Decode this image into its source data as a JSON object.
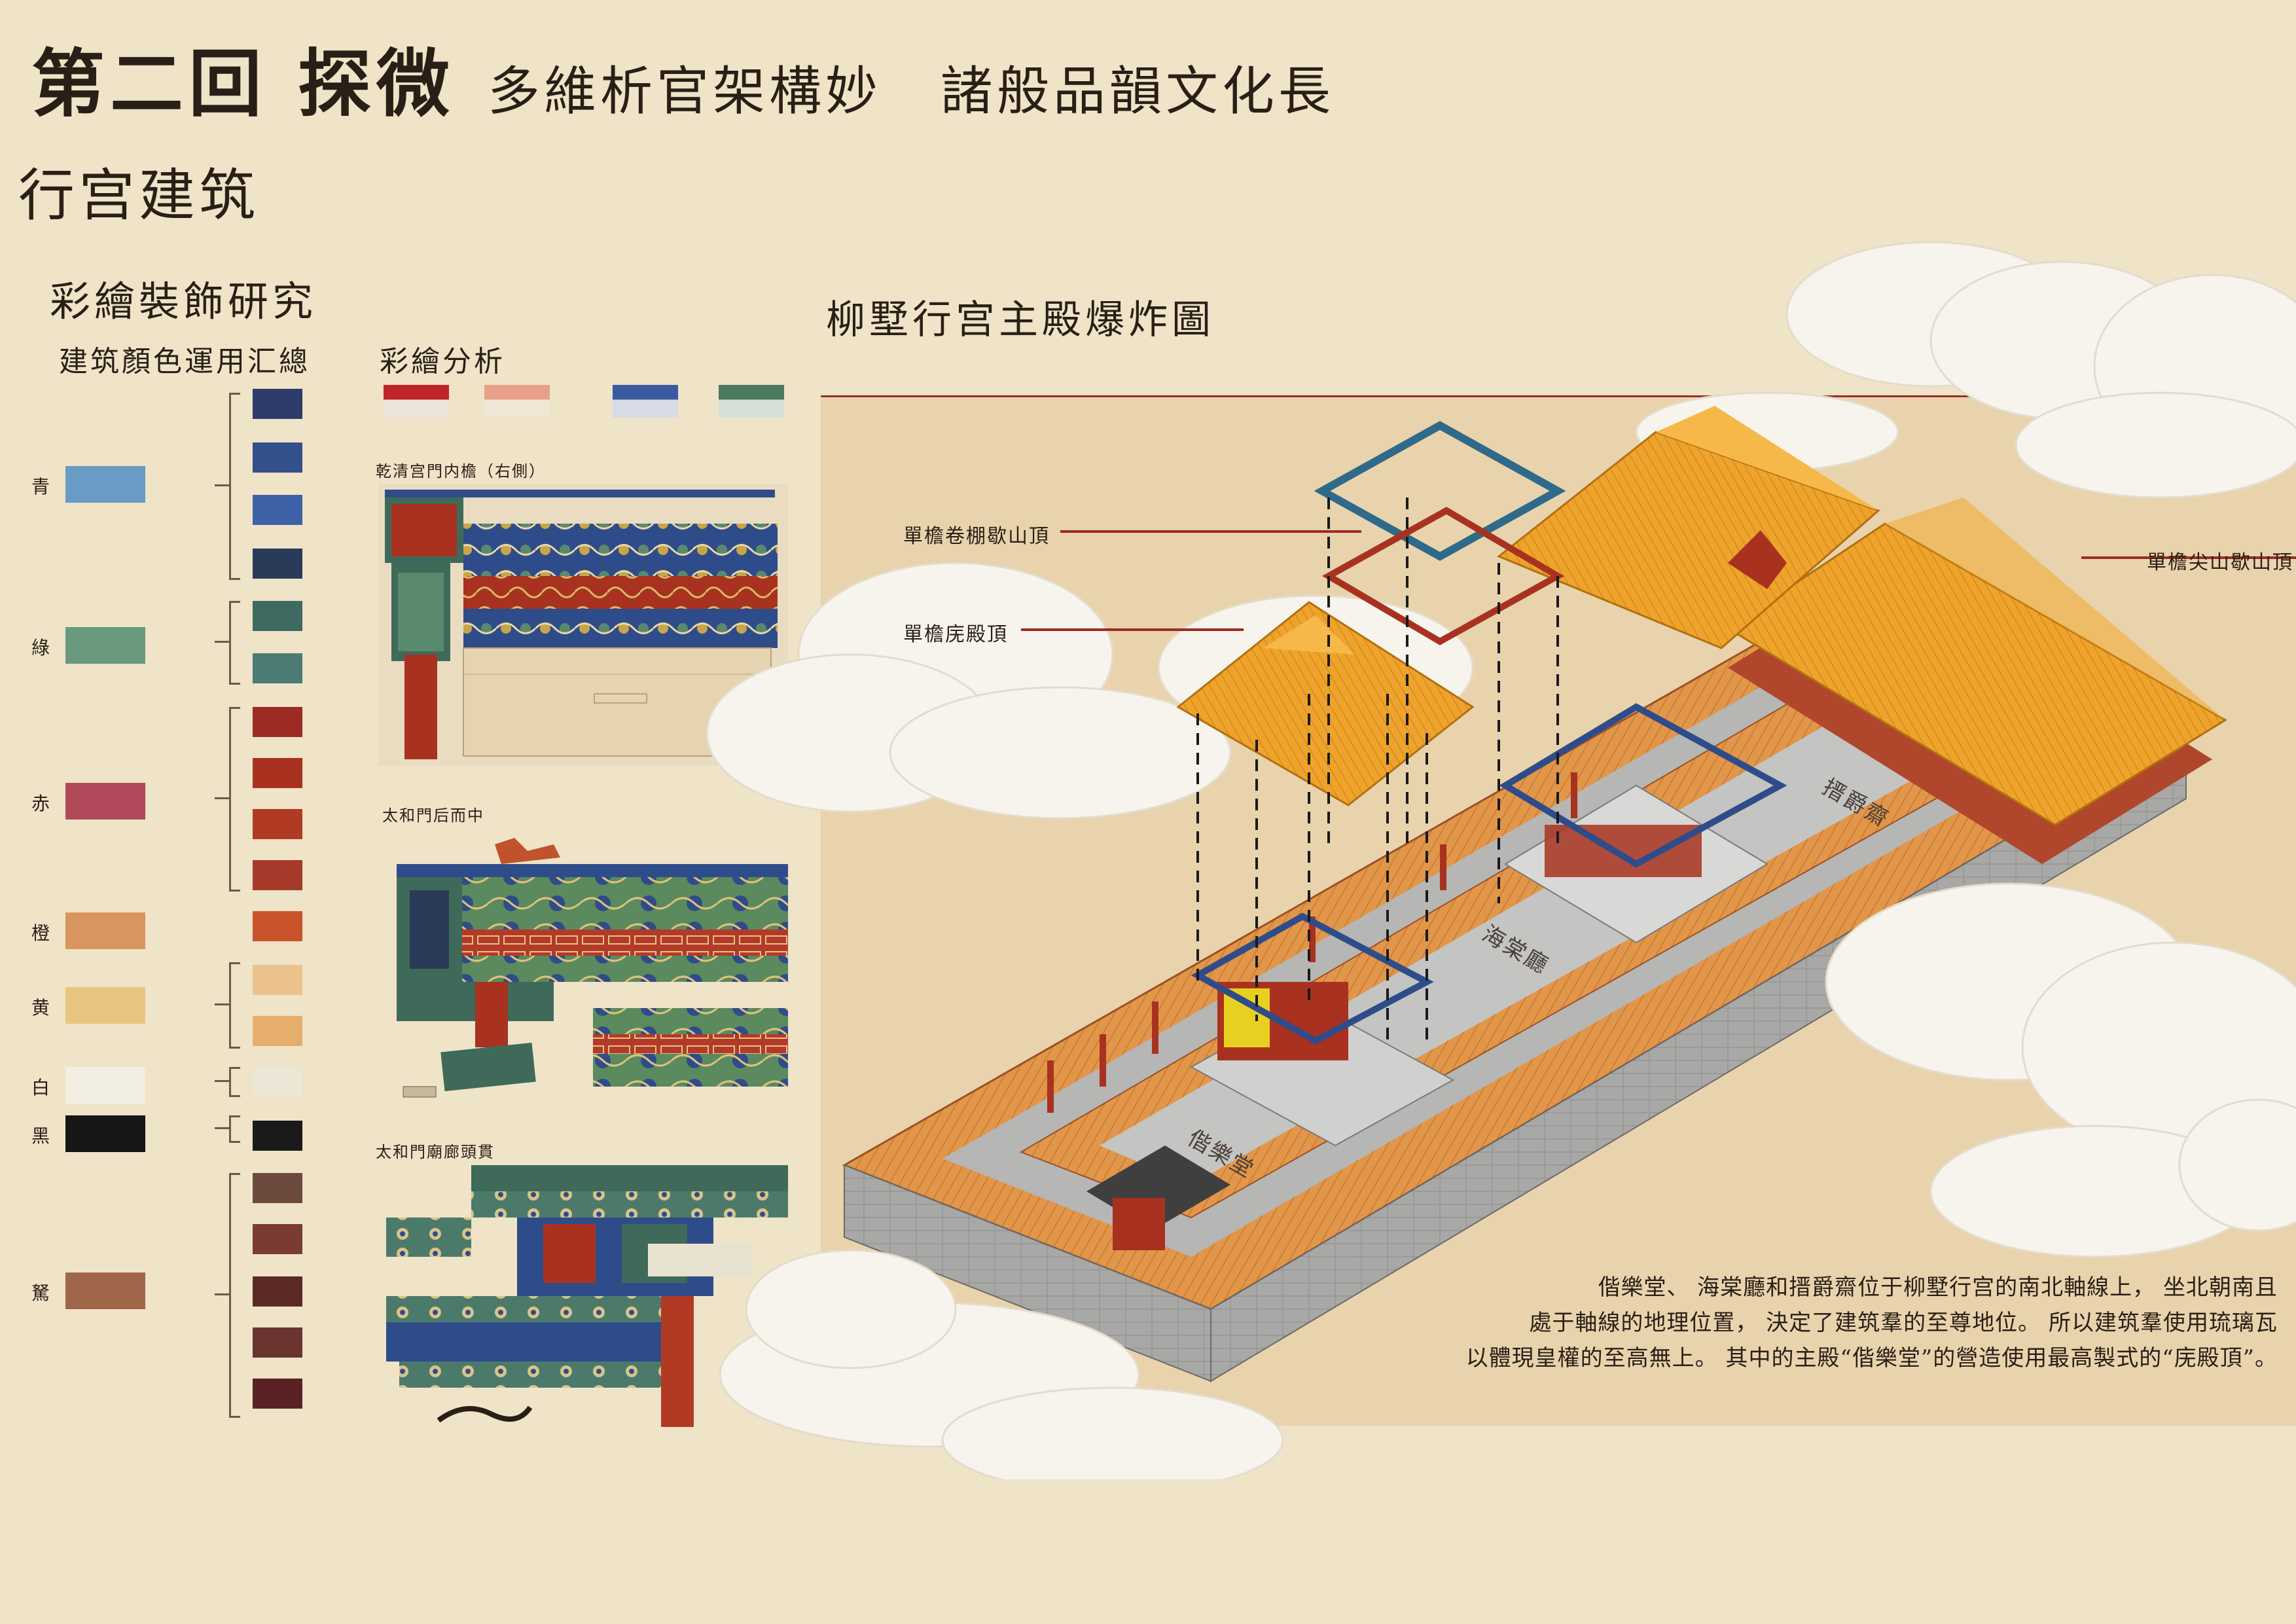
{
  "header": {
    "title": "第二回 探微",
    "subtitle_1": "多維析官架構妙",
    "subtitle_2": "諸般品韻文化長",
    "section_title": "行宫建筑"
  },
  "decoration_study": {
    "heading": "彩繪裝飾研究",
    "colors_heading": "建筑顏色運用汇總",
    "colors": [
      {
        "label": "青",
        "hex": "#6a9bc4"
      },
      {
        "label": "綠",
        "hex": "#6a9a7e"
      },
      {
        "label": "赤",
        "hex": "#b04a5a"
      },
      {
        "label": "橙",
        "hex": "#d9955e"
      },
      {
        "label": "黄",
        "hex": "#e8c680"
      },
      {
        "label": "白",
        "hex": "#f2eee2"
      },
      {
        "label": "黑",
        "hex": "#161616"
      },
      {
        "label": "駑",
        "hex": "#a0664a"
      }
    ],
    "detail_swatches": [
      "#2d3c6a",
      "#34508c",
      "#3d62a8",
      "#2a3b5a",
      "#3e6a62",
      "#4c7a74",
      "#9c2b24",
      "#a8321f",
      "#b13a25",
      "#a53a2a",
      "#c9532b",
      "#ecc28c",
      "#e6ae6c",
      "#ece6d6",
      "#1a1a1a",
      "#6c4a3e",
      "#7a3c32",
      "#5c2a26",
      "#6a3430",
      "#5a2224"
    ],
    "painting_heading": "彩繪分析",
    "painting_swatches": [
      {
        "top": "#c0232a",
        "bottom": "#ece6da"
      },
      {
        "top": "#e8a08a",
        "bottom": "#efe6d6"
      },
      {
        "top": "#3a5aa0",
        "bottom": "#d7dbe6"
      },
      {
        "top": "#4c7a5e",
        "bottom": "#d7e0d6"
      }
    ],
    "panels": [
      "乾清宫門内檐（右側）",
      "太和門后而中",
      "太和門廟廊頭貫"
    ]
  },
  "explosion": {
    "heading": "柳墅行宫主殿爆炸圖",
    "roof_labels": {
      "left_top": "單檐卷棚歇山頂",
      "left_mid": "單檐庑殿頂",
      "right": "單檐尖山歇山頂"
    },
    "building_labels": {
      "main": "偕樂堂",
      "middle": "海棠廳",
      "rear": "搢爵齋"
    },
    "description": [
      "偕樂堂、 海棠廳和搢爵齋位于柳墅行宫的南北軸線上， 坐北朝南且",
      "處于軸線的地理位置， 決定了建筑羣的至尊地位。 所以建筑羣使用琉璃瓦",
      "以體現皇權的至高無上。 其中的主殿“偕樂堂”的營造使用最高製式的“庑殿頂”。"
    ],
    "colors": {
      "roof": "#e99a26",
      "roof_light": "#f2ad38",
      "wall_red": "#a8321f",
      "courtyard_gray": "#b6b6b4",
      "cloud": "#f7f4ee",
      "accent_line": "#9c2b24"
    }
  }
}
